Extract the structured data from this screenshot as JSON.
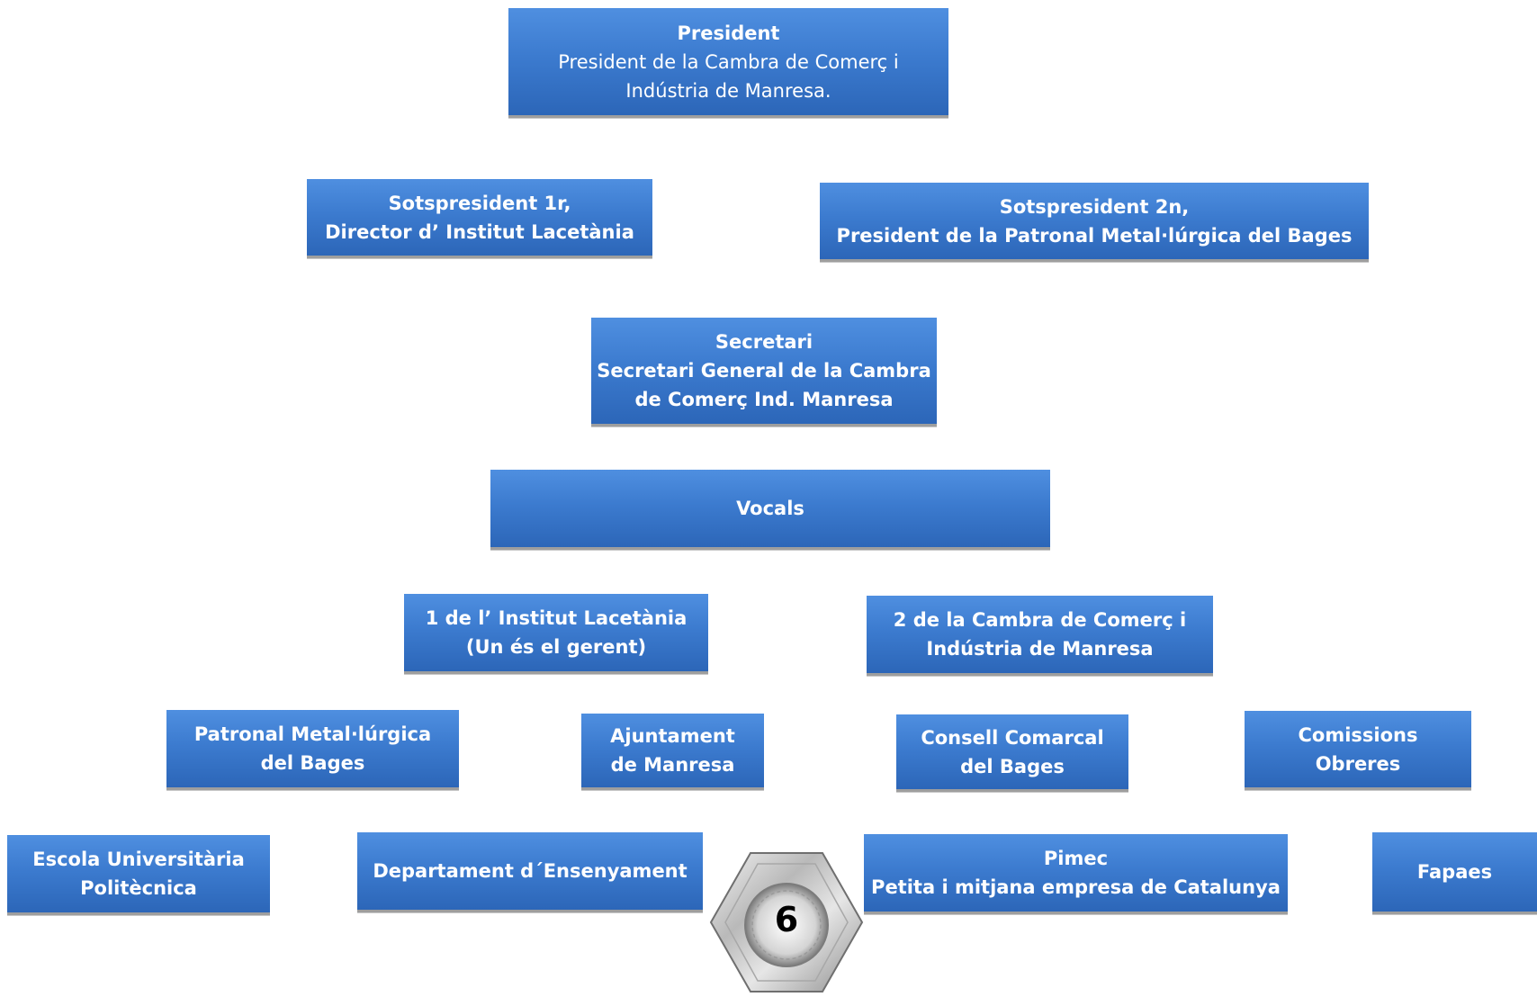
{
  "boxes": {
    "president": {
      "lines": [
        "President",
        "President de la Cambra de Comerç i",
        "Indústria de Manresa."
      ]
    },
    "vice1": {
      "lines": [
        "Sotspresident 1r,",
        "Director d’ Institut  Lacetània"
      ]
    },
    "vice2": {
      "lines": [
        "Sotspresident 2n,",
        "President de la Patronal Metal·lúrgica del Bages"
      ]
    },
    "secretary": {
      "lines": [
        "Secretari",
        "Secretari General de la Cambra",
        "de Comerç Ind.  Manresa"
      ]
    },
    "vocals": {
      "lines": [
        "Vocals"
      ]
    },
    "lacetania": {
      "lines": [
        "1 de l’ Institut  Lacetània",
        "(Un és el gerent)"
      ]
    },
    "cambra": {
      "lines": [
        "2 de la Cambra de Comerç i",
        "Indústria de Manresa"
      ]
    },
    "patronal": {
      "lines": [
        "Patronal Metal·lúrgica",
        "del Bages"
      ]
    },
    "ajuntament": {
      "lines": [
        "Ajuntament",
        "de Manresa"
      ]
    },
    "consell": {
      "lines": [
        "Consell Comarcal",
        "del Bages"
      ]
    },
    "comissions": {
      "lines": [
        "Comissions",
        "Obreres"
      ]
    },
    "escola": {
      "lines": [
        "Escola Universitària",
        "Politècnica"
      ]
    },
    "departament": {
      "lines": [
        "Departament d´Ensenyament"
      ]
    },
    "pimec": {
      "lines": [
        "Pimec",
        "Petita i mitjana empresa de Catalunya"
      ]
    },
    "fapaes": {
      "lines": [
        "Fapaes"
      ]
    }
  },
  "page_number": "6",
  "decor": {
    "icon": "hex-nut-icon",
    "box_color": "#3c7bcf"
  }
}
